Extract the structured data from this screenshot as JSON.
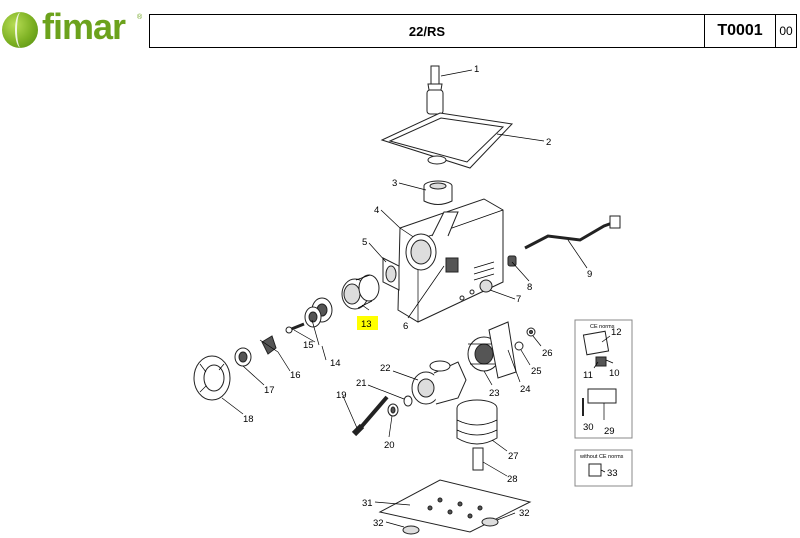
{
  "header": {
    "logo_text": "fimar",
    "logo_reg": "®",
    "model": "22/RS",
    "code": "T0001",
    "revision": "00"
  },
  "diagram": {
    "highlight_color": "#ffff00",
    "brand_color": "#6ca21c",
    "callouts": {
      "p1": "1",
      "p2": "2",
      "p3": "3",
      "p4": "4",
      "p5": "5",
      "p6": "6",
      "p7": "7",
      "p8": "8",
      "p9": "9",
      "p10": "10",
      "p11": "11",
      "p12": "12",
      "p13": "13",
      "p14": "14",
      "p15": "15",
      "p16": "16",
      "p17": "17",
      "p18": "18",
      "p19": "19",
      "p20": "20",
      "p21": "21",
      "p22": "22",
      "p23": "23",
      "p24": "24",
      "p25": "25",
      "p26": "26",
      "p27": "27",
      "p28": "28",
      "p29": "29",
      "p30": "30",
      "p31": "31",
      "p32": "32",
      "p33": "33"
    },
    "ce_box_label": "CE norms",
    "no_ce_box_label": "without CE norms"
  }
}
